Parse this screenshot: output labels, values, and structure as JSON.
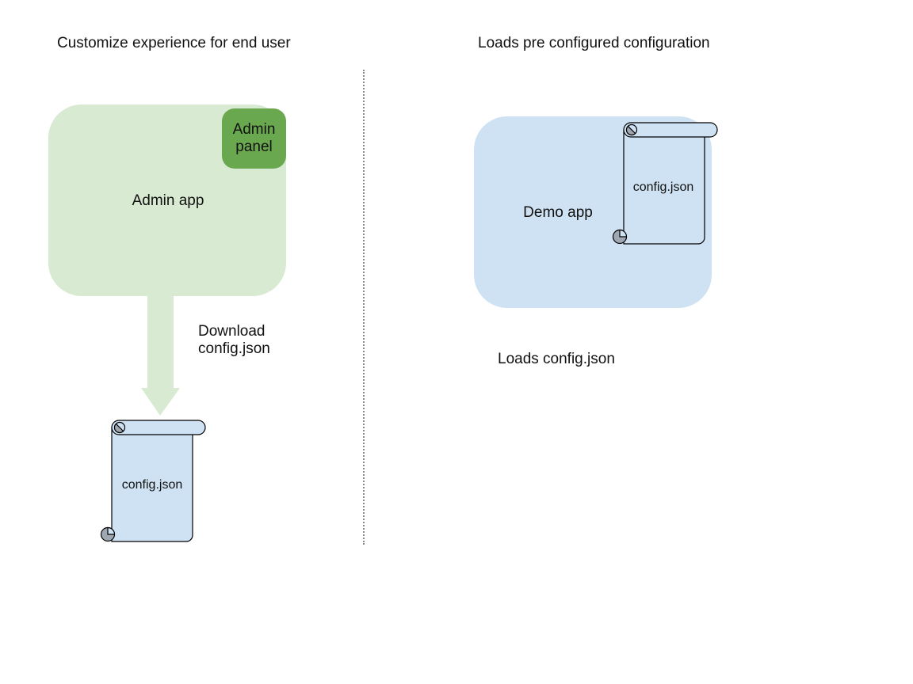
{
  "left_section": {
    "title": "Customize experience for end user",
    "admin_app_label": "Admin app",
    "admin_panel_label": "Admin panel",
    "download_label": "Download\nconfig.json",
    "config_file_label": "config.json"
  },
  "right_section": {
    "title": "Loads pre configured configuration",
    "demo_app_label": "Demo app",
    "config_file_label": "config.json",
    "loads_label": "Loads config.json"
  },
  "colors": {
    "light_green": "#d9ead3",
    "dark_green": "#6aa84f",
    "light_blue": "#cfe2f3",
    "curl_gray": "#9fa8b2",
    "outline_black": "#000000",
    "divider_gray": "#8a8a8a",
    "text": "#111111"
  }
}
